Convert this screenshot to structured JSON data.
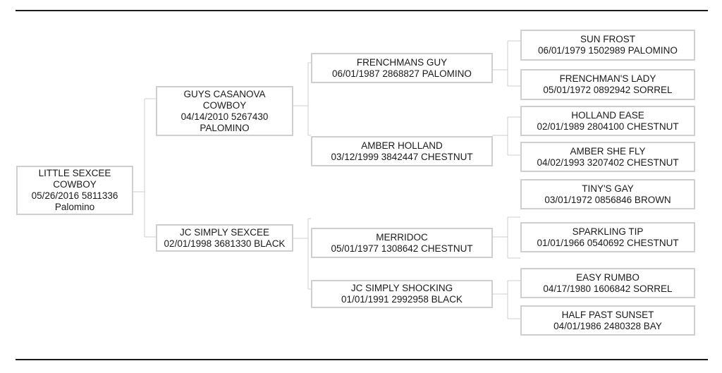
{
  "pedigree": {
    "subject": {
      "name_line1": "LITTLE SEXCEE",
      "name_line2": "COWBOY",
      "details": "05/26/2016 5811336",
      "color": "Palomino"
    },
    "sire": {
      "name_line1": "GUYS CASANOVA",
      "name_line2": "COWBOY",
      "details": "04/14/2010 5267430",
      "color": "PALOMINO"
    },
    "dam": {
      "name": "JC SIMPLY SEXCEE",
      "details": "02/01/1998 3681330 BLACK"
    },
    "sire_sire": {
      "name": "FRENCHMANS GUY",
      "details": "06/01/1987 2868827 PALOMINO"
    },
    "sire_dam": {
      "name": "AMBER HOLLAND",
      "details": "03/12/1999 3842447 CHESTNUT"
    },
    "dam_sire": {
      "name": "MERRIDOC",
      "details": "05/01/1977 1308642 CHESTNUT"
    },
    "dam_dam": {
      "name": "JC SIMPLY SHOCKING",
      "details": "01/01/1991 2992958 BLACK"
    },
    "sss": {
      "name": "SUN FROST",
      "details": "06/01/1979 1502989 PALOMINO"
    },
    "ssd": {
      "name": "FRENCHMAN'S LADY",
      "details": "05/01/1972 0892942 SORREL"
    },
    "sds": {
      "name": "HOLLAND EASE",
      "details": "02/01/1989 2804100 CHESTNUT"
    },
    "sdd": {
      "name": "AMBER SHE FLY",
      "details": "04/02/1993 3207402 CHESTNUT"
    },
    "dss": {
      "name": "TINY'S GAY",
      "details": "03/01/1972 0856846 BROWN"
    },
    "dsd": {
      "name": "SPARKLING TIP",
      "details": "01/01/1966 0540692 CHESTNUT"
    },
    "dds": {
      "name": "EASY RUMBO",
      "details": "04/17/1980 1606842 SORREL"
    },
    "ddd": {
      "name": "HALF PAST SUNSET",
      "details": "04/01/1986 2480328 BAY"
    }
  },
  "colors": {
    "box_border": "#cfcfcf",
    "text": "#1a1a1a",
    "rule": "#1a1a1a",
    "background": "#ffffff"
  }
}
